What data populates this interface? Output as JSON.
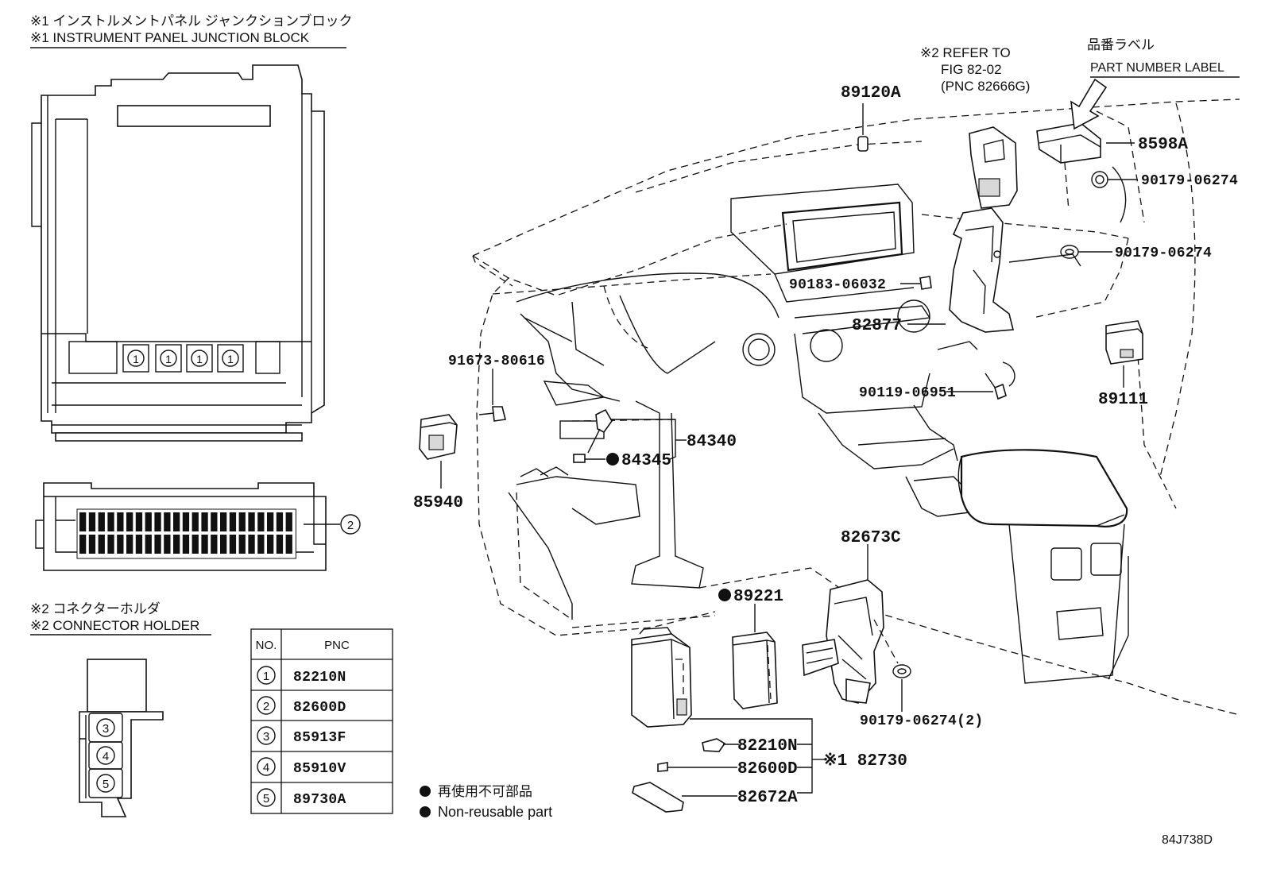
{
  "section1": {
    "title_jp": "※1 インストルメントパネル ジャンクションブロック",
    "title_en": "※1 INSTRUMENT PANEL JUNCTION BLOCK",
    "circle_1": "1",
    "circle_2": "2"
  },
  "section2": {
    "title_jp": "※2 コネクターホルダ",
    "title_en": "※2 CONNECTOR HOLDER",
    "circle_3": "3",
    "circle_4": "4",
    "circle_5": "5"
  },
  "pnc_table": {
    "header_no": "NO.",
    "header_pnc": "PNC",
    "rows": [
      {
        "no": "1",
        "pnc": "82210N"
      },
      {
        "no": "2",
        "pnc": "82600D"
      },
      {
        "no": "3",
        "pnc": "85913F"
      },
      {
        "no": "4",
        "pnc": "85910V"
      },
      {
        "no": "5",
        "pnc": "89730A"
      }
    ]
  },
  "legend": {
    "jp": "再使用不可部品",
    "en": "Non-reusable part"
  },
  "refer": {
    "line1": "※2 REFER TO",
    "line2": "FIG 82-02",
    "line3": "(PNC 82666G)"
  },
  "part_label": {
    "jp": "品番ラベル",
    "en": "PART NUMBER LABEL"
  },
  "callouts": {
    "p89120A": "89120A",
    "p8598A": "8598A",
    "p90179_a": "90179-06274",
    "p90179_b": "90179-06274",
    "p90183": "90183-06032",
    "p82877": "82877",
    "p91673": "91673-80616",
    "p90119": "90119-06951",
    "p89111": "89111",
    "p84340": "84340",
    "p84345": "84345",
    "p85940": "85940",
    "p82673C": "82673C",
    "p89221": "89221",
    "p90179_2": "90179-06274(2)",
    "p82210N": "82210N",
    "p82600D": "82600D",
    "p82672A": "82672A",
    "p82730": "※1 82730"
  },
  "figure_id": "84J738D"
}
